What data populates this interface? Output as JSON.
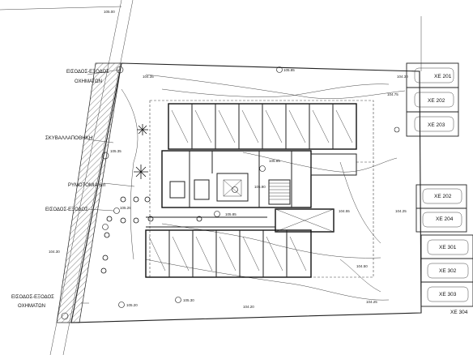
{
  "labels": {
    "entrance_top_line1": "ΕΙΣΟΔΟΣ-ΕΞΟΔΟΣ",
    "entrance_top_line2": "ΟΧΗΜΑΤΩΝ",
    "garbage": "ΣΚΥΒΑΛΛΑΠΟΘΗΚΗ",
    "regulator": "ΡΥΜΟΤΟΜΙΑ 6m",
    "entrance_mid": "ΕΙΣΟΔΟΣ-ΕΞΟΔΟΣ",
    "entrance_bottom_line1": "ΕΙΣΟΔΟΣ-ΕΞΟΔΟΣ",
    "entrance_bottom_line2": "ΟΧΗΜΑΤΩΝ"
  },
  "levels": {
    "l1": "105.85",
    "l2": "105.90",
    "l3": "105.85",
    "l4": "105.85",
    "l5": "105.20",
    "l6": "105.30",
    "l7": "105.25",
    "l8": "105.35"
  },
  "contours": {
    "c1": "104.75",
    "c2": "104.30",
    "c3": "104.25",
    "c4": "104.50",
    "c5": "104.55",
    "c6": "104.25",
    "c7": "105.00",
    "c8": "104.35",
    "c9": "104.30",
    "c10": "104.20"
  },
  "parking": {
    "p1": "ΧΕ 201",
    "p2": "ΧΕ 202",
    "p3": "ΧΕ 203",
    "p4": "ΧΕ 202",
    "p5": "ΧΕ 204",
    "p6": "ΧΕ 301",
    "p7": "ΧΕ 302",
    "p8": "ΧΕ 303",
    "p9": "ΧΕ 304"
  }
}
